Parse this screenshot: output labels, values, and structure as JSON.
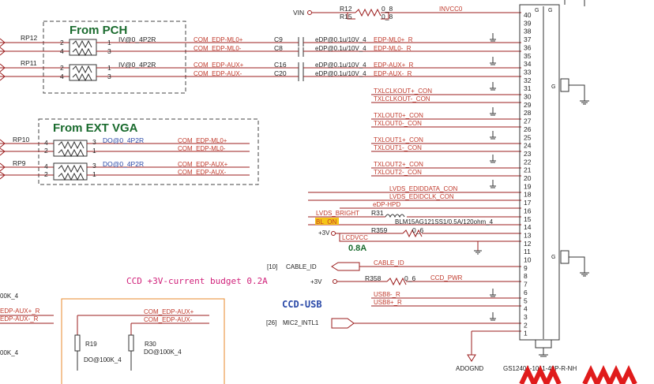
{
  "groups": {
    "pch_title": "From PCH",
    "vga_title": "From EXT VGA",
    "ccd_usb": "CCD-USB",
    "ccd_budget": "CCD +3V-current budget 0.2A",
    "lcdvcc_current": "0.8A"
  },
  "resistor_packs": [
    {
      "ref": "RP12",
      "value": "IV@0_4P2R",
      "pins": [
        "2",
        "4",
        "1",
        "3"
      ],
      "nets": [
        "COM_EDP-ML0+",
        "COM_EDP-ML0-"
      ]
    },
    {
      "ref": "RP11",
      "value": "IV@0_4P2R",
      "pins": [
        "2",
        "4",
        "1",
        "3"
      ],
      "nets": [
        "COM_EDP-AUX+",
        "COM_EDP-AUX-"
      ]
    },
    {
      "ref": "RP10",
      "value": "DO@0_4P2R",
      "pins": [
        "4",
        "2",
        "3",
        "1"
      ],
      "nets": [
        "COM_EDP-ML0+",
        "COM_EDP-ML0-"
      ]
    },
    {
      "ref": "RP9",
      "value": "DO@0_4P2R",
      "pins": [
        "4",
        "2",
        "3",
        "1"
      ],
      "nets": [
        "COM_EDP-AUX+",
        "COM_EDP-AUX-"
      ]
    }
  ],
  "caps": [
    {
      "ref": "C9",
      "value": "eDP@0.1u/10V_4",
      "net": "EDP-ML0+_R"
    },
    {
      "ref": "C8",
      "value": "eDP@0.1u/10V_4",
      "net": "EDP-ML0-_R"
    },
    {
      "ref": "C16",
      "value": "eDP@0.1u/10V_4",
      "net": "EDP-AUX+_R"
    },
    {
      "ref": "C20",
      "value": "eDP@0.1u/10V_4",
      "net": "EDP-AUX-_R"
    }
  ],
  "power": {
    "vin": "VIN",
    "r12": "R12",
    "r15": "R15",
    "r_val": "0_8",
    "invcc": "INVCC0",
    "r31": "R31",
    "bead": "BLM15AG121SS1/0.5A/120ohm_4",
    "plus3v_a": "+3V",
    "r359": "R359",
    "r359_val": "0_6",
    "lcdvcc": "LCDVCC",
    "plus3v_b": "+3V",
    "r358": "R358",
    "r358_val": "0_6",
    "ccd_pwr": "CCD_PWR"
  },
  "signals": {
    "txclk_p": "TXLCLKOUT+_CON",
    "txclk_n": "TXLCLKOUT-_CON",
    "tx0_p": "TXLOUT0+_CON",
    "tx0_n": "TXLOUT0-_CON",
    "tx1_p": "TXLOUT1+_CON",
    "tx1_n": "TXLOUT1-_CON",
    "tx2_p": "TXLOUT2+_CON",
    "tx2_n": "TXLOUT2-_CON",
    "edid_data": "LVDS_EDIDDATA_CON",
    "edid_clk": "LVDS_EDIDCLK_CON",
    "hpd": "eDP-HPD",
    "lvds_bright": "LVDS_BRIGHT",
    "bl_on": "BL_ON",
    "cable_id_port": "CABLE_ID",
    "cable_id_ref": "[10]",
    "cable_id_net": "CABLE_ID",
    "usb8_n": "USB8-_R",
    "usb8_p": "USB8+_R",
    "mic_port": "MIC2_INTL1",
    "mic_ref": "[26]",
    "adognd": "ADOGND"
  },
  "connector": {
    "pins": [
      "40",
      "39",
      "38",
      "37",
      "36",
      "35",
      "34",
      "33",
      "32",
      "31",
      "30",
      "29",
      "28",
      "27",
      "26",
      "25",
      "24",
      "23",
      "22",
      "21",
      "20",
      "19",
      "18",
      "17",
      "16",
      "15",
      "14",
      "13",
      "12",
      "11",
      "10",
      "9",
      "8",
      "7",
      "6",
      "5",
      "4",
      "3",
      "2",
      "1"
    ],
    "part": "GS12401-1011-40P-R-NH",
    "g": "G"
  },
  "bottom_left": {
    "frag1": "00K_4",
    "frag2": "EDP-AUX+_R",
    "frag3": "EDP-AUX-_R",
    "frag4": "00K_4",
    "net_p": "COM_EDP-AUX+",
    "net_n": "COM_EDP-AUX-",
    "r19": "R19",
    "r19_val": "DO@100K_4",
    "r30": "R30",
    "r30_val": "DO@100K_4"
  }
}
